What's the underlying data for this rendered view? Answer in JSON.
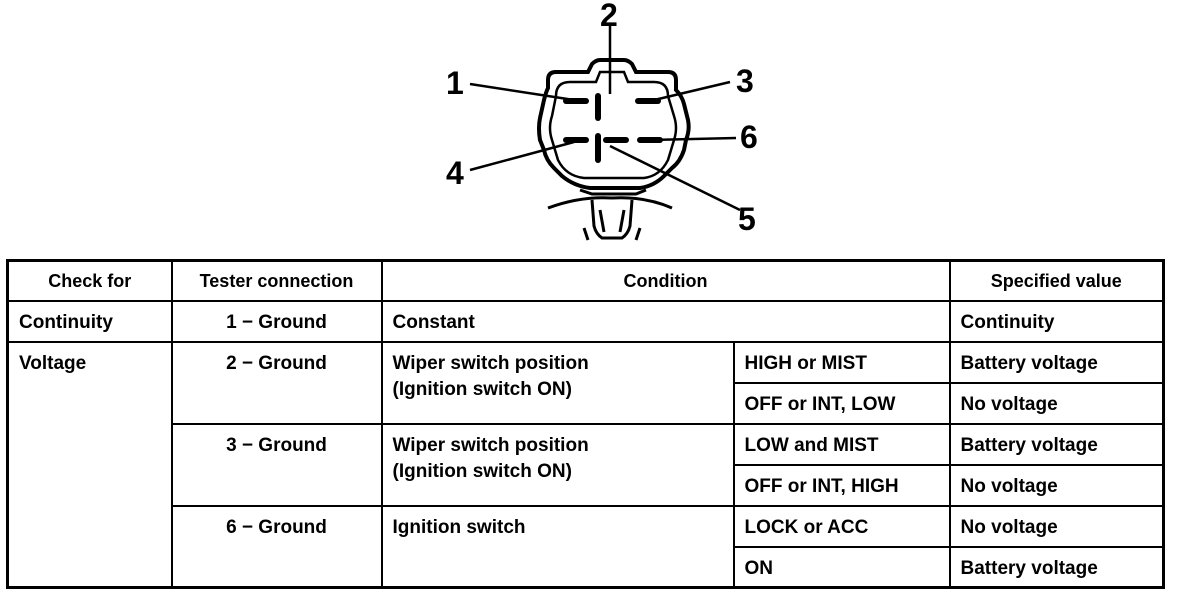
{
  "connector": {
    "pins": [
      "1",
      "2",
      "3",
      "4",
      "5",
      "6"
    ]
  },
  "table": {
    "headers": {
      "check_for": "Check for",
      "tester_connection": "Tester connection",
      "condition": "Condition",
      "specified_value": "Specified value"
    },
    "continuity_row": {
      "check_for": "Continuity",
      "tester": "1 − Ground",
      "condition": "Constant",
      "value": "Continuity"
    },
    "voltage": {
      "check_for": "Voltage",
      "groups": [
        {
          "tester": "2 − Ground",
          "condition_line1": "Wiper switch position",
          "condition_line2": "(Ignition switch ON)",
          "rows": [
            {
              "position": "HIGH or MIST",
              "value": "Battery voltage"
            },
            {
              "position": "OFF or INT, LOW",
              "value": "No voltage"
            }
          ]
        },
        {
          "tester": "3 − Ground",
          "condition_line1": "Wiper switch position",
          "condition_line2": "(Ignition switch ON)",
          "rows": [
            {
              "position": "LOW and MIST",
              "value": "Battery voltage"
            },
            {
              "position": "OFF or INT, HIGH",
              "value": "No voltage"
            }
          ]
        },
        {
          "tester": "6 − Ground",
          "condition_line1": "Ignition switch",
          "rows": [
            {
              "position": "LOCK or ACC",
              "value": "No voltage"
            },
            {
              "position": "ON",
              "value": "Battery voltage"
            }
          ]
        }
      ]
    }
  }
}
